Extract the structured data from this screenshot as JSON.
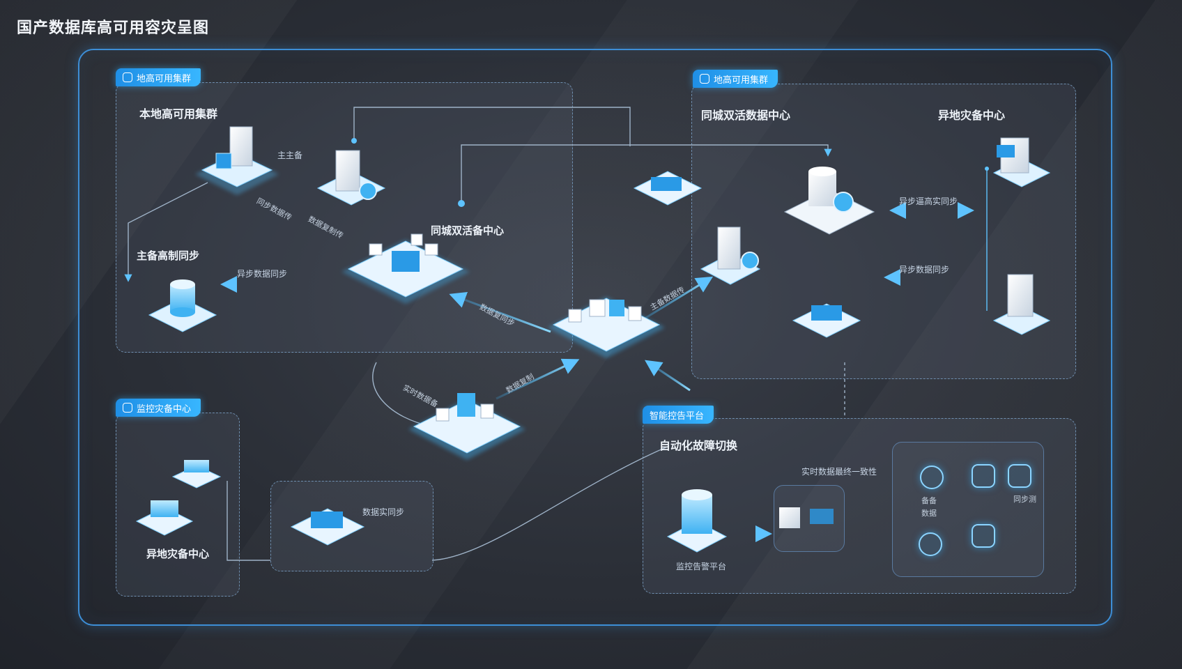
{
  "page": {
    "title": "国产数据库高可用容灾呈图"
  },
  "panels": {
    "local_cluster": {
      "tag": "地高可用集群",
      "title": "本地高可用集群",
      "primary_label": "主主备",
      "sync_label": "主备高制同步",
      "replica_sync": "异步数据同步"
    },
    "dual_active": {
      "tag": "地高可用集群",
      "left_title": "同城双活数据中心",
      "right_title": "异地灾备中心",
      "sync_top": "异步逼高实同步",
      "sync_bottom": "异步数据同步"
    },
    "monitor_dr": {
      "tag": "监控灾备中心",
      "title": "异地灾备中心",
      "box_label": "数据实同步"
    },
    "ops_platform": {
      "tag": "智能控告平台",
      "title": "自动化故障切换",
      "realtime_label": "实时数据最终一致性",
      "monitor_label": "监控告警平台",
      "screen_labels": [
        "备备",
        "数据",
        "同步测"
      ]
    }
  },
  "center": {
    "label": "同城双活备中心"
  },
  "links": {
    "diag_1": "同步数据传",
    "diag_2": "数据复制传",
    "diag_3": "数据复同步",
    "diag_4": "主备数据传",
    "diag_5": "实时数据备",
    "diag_6": "数据复制"
  },
  "colors": {
    "accent": "#38b6ff",
    "frame": "#3d8ed6",
    "bg": "#2b2f37"
  }
}
